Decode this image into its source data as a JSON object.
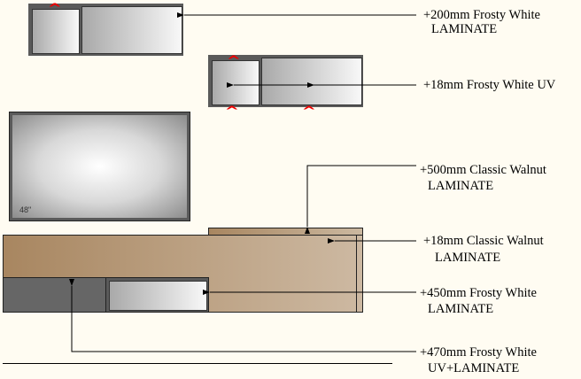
{
  "tv": {
    "size_label": "48\""
  },
  "callouts": [
    {
      "line1": "+200mm Frosty White",
      "line2": "LAMINATE"
    },
    {
      "line1": "+18mm Frosty White UV",
      "line2": ""
    },
    {
      "line1": "+500mm Classic Walnut",
      "line2": "LAMINATE"
    },
    {
      "line1": "+18mm Classic Walnut",
      "line2": "LAMINATE"
    },
    {
      "line1": "+450mm Frosty White",
      "line2": "LAMINATE"
    },
    {
      "line1": "+470mm Frosty White",
      "line2": "UV+LAMINATE"
    }
  ],
  "colors": {
    "background": "#fffcf2",
    "walnut": "#a88660",
    "frame": "#5a5a5a",
    "marker": "#e00000"
  }
}
